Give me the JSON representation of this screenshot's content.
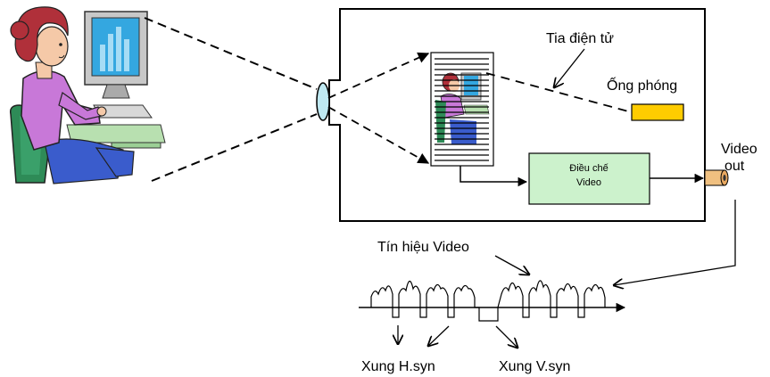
{
  "labels": {
    "electron_beam": "Tia điện tử",
    "tube": "Ống phóng",
    "modulator_line1": "Điều chế",
    "modulator_line2": "Video",
    "video_out_line1": "Video",
    "video_out_line2": "out",
    "video_signal": "Tín hiệu Video",
    "h_sync": "Xung H.syn",
    "v_sync": "Xung V.syn"
  },
  "colors": {
    "modulator_fill": "#ccf2cc",
    "tube_fill": "#ffcc00",
    "lens_fill": "#bfe9f2",
    "skin": "#f5c9a8",
    "hair": "#b0303a",
    "shirt": "#c878d8",
    "pants": "#3a5ccc",
    "chair": "#2e8b57",
    "screen": "#34a7e0",
    "desk": "#b8e0b0",
    "connector": "#f0c080"
  },
  "icons": [
    "person-at-computer-icon",
    "lens-icon",
    "connector-icon"
  ]
}
